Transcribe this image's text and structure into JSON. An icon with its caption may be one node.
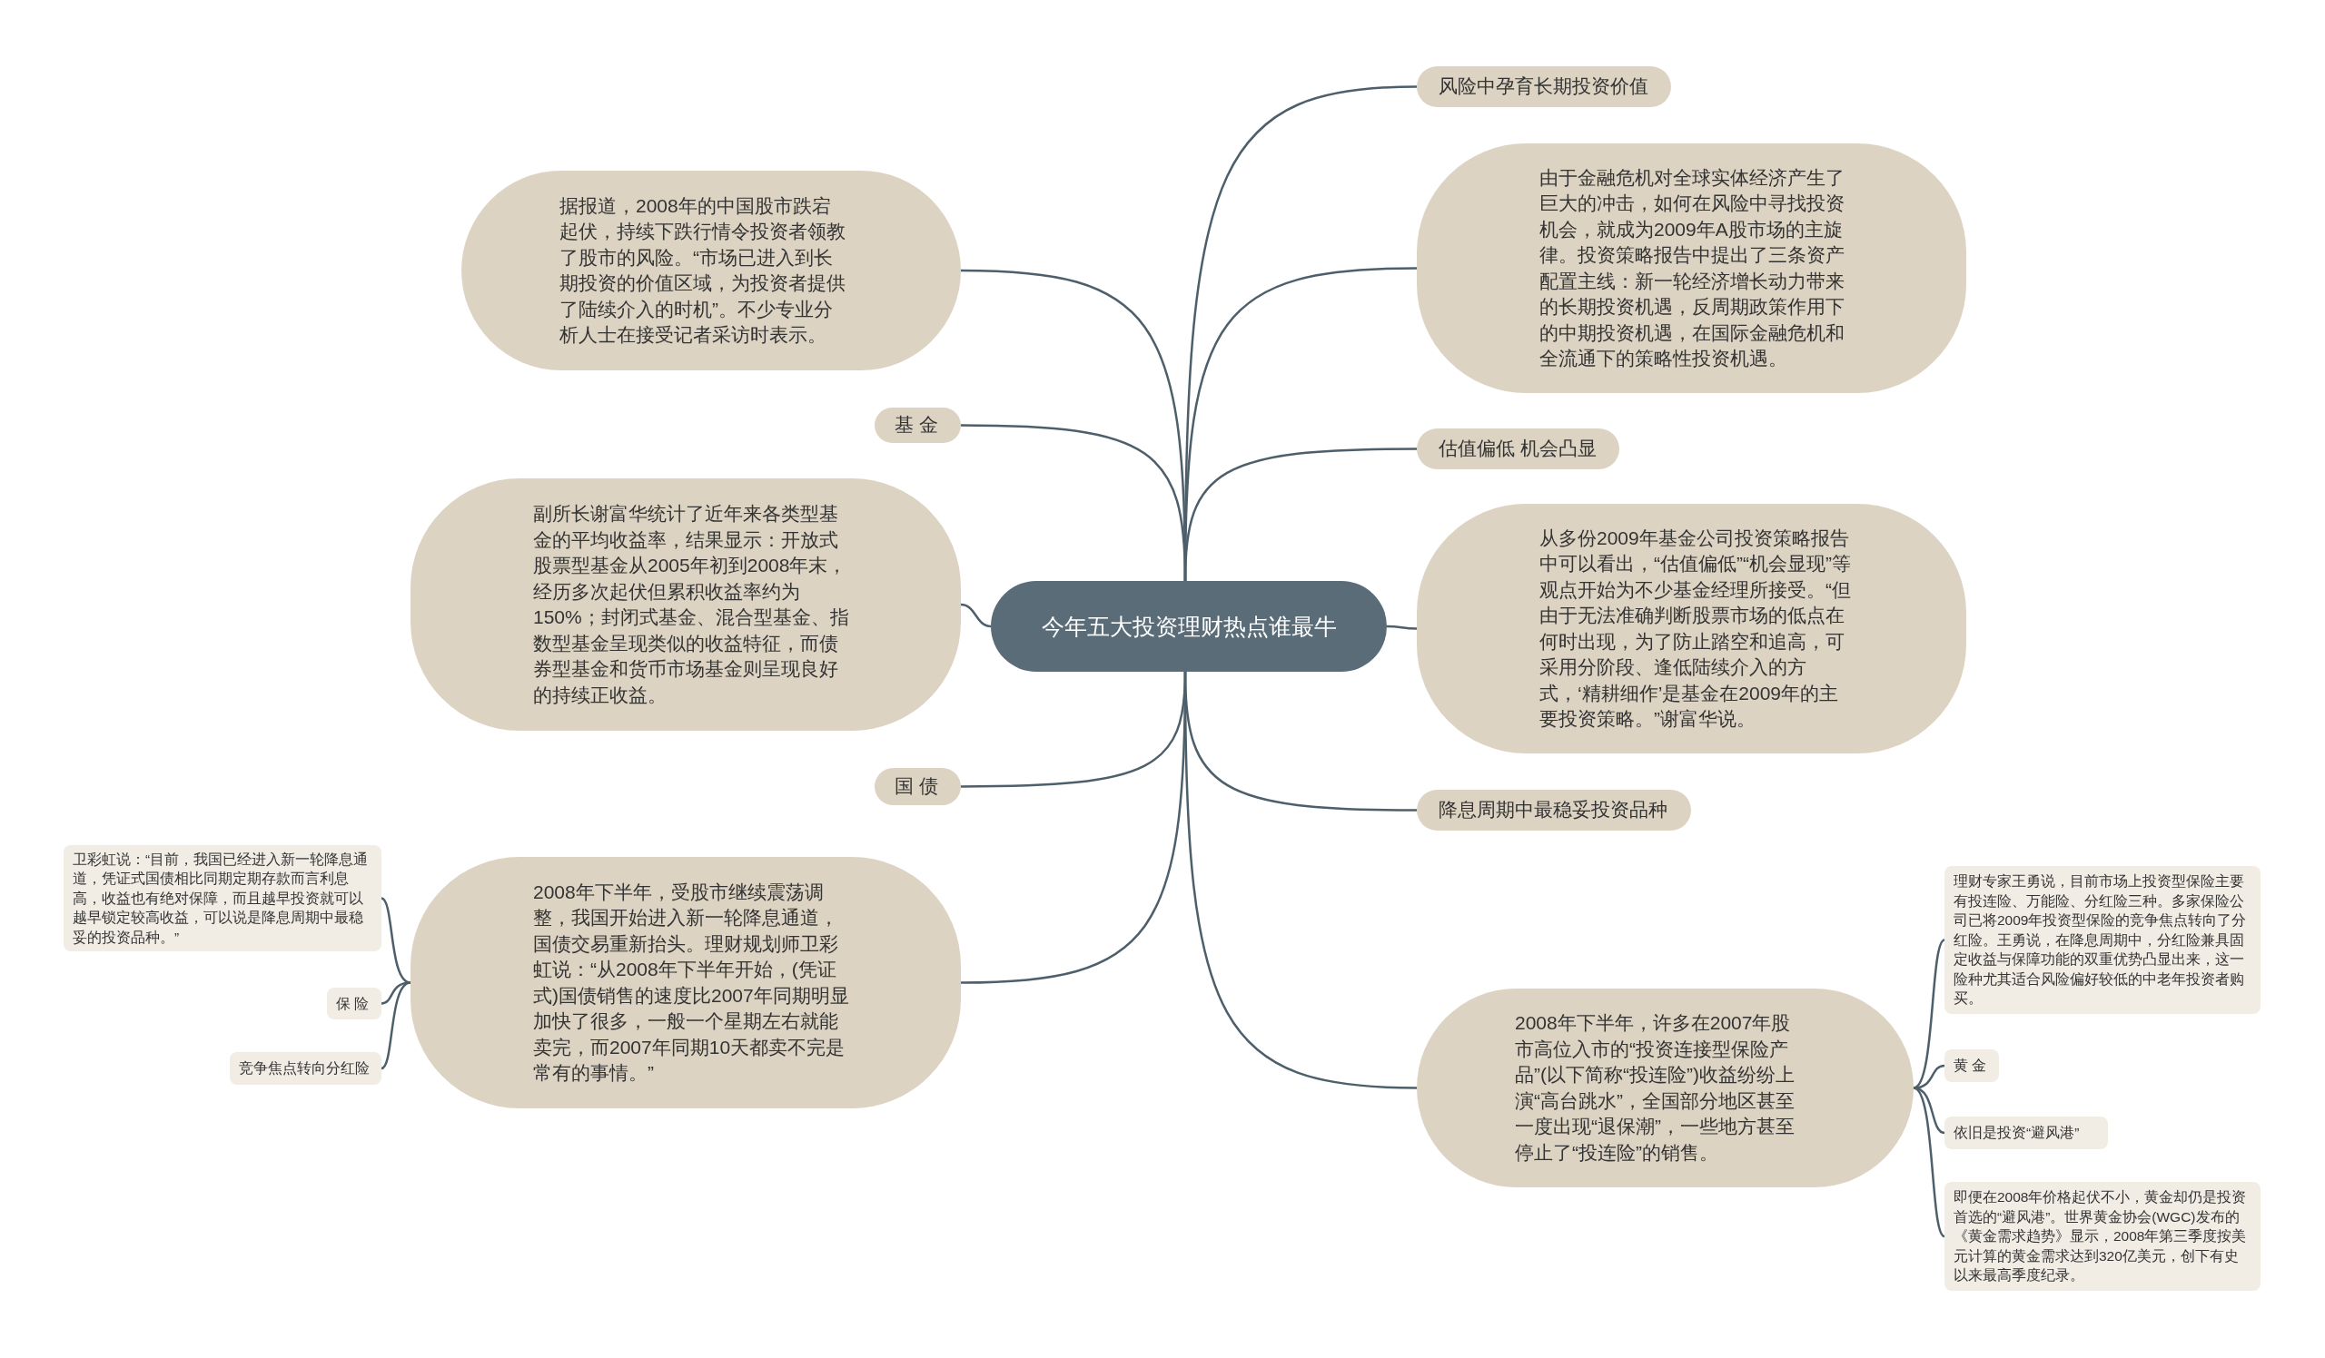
{
  "diagram": {
    "nodes": [
      {
        "text": [
          "今年五大投资理财热点谁最牛"
        ]
      },
      {
        "text": [
          "风险中孕育长期投资价值"
        ]
      },
      {
        "text": [
          "由于金融危机对全球实体经济产生了巨大的冲击，如何在风险中寻找投资机会，就成为2009年A股市场的主旋律。投资策略报告中提出了三条资产配置主线：新一轮经济增长动力带来的长期投资机遇，反周期政策作用下的中期投资机遇，在国际金融危机和全流通下的策略性投资机遇。"
        ]
      },
      {
        "text": [
          "估值偏低 机会凸显"
        ]
      },
      {
        "text": [
          "从多份2009年基金公司投资策略报告中可以看出，“估值偏低”“机会显现”等观点开始为不少基金经理所接受。“但由于无法准确判断股票市场的低点在何时出现，为了防止踏空和追高，可采用分阶段、逢低陆续介入的方式，‘精耕细作’是基金在2009年的主要投资策略。”谢富华说。"
        ]
      },
      {
        "text": [
          "降息周期中最稳妥投资品种"
        ]
      },
      {
        "text": [
          "2008年下半年，许多在2007年股市高位入市的“投资连接型保险产品”(以下简称“投连险”)收益纷纷上演“高台跳水”，全国部分地区甚至一度出现“退保潮”，一些地方甚至停止了“投连险”的销售。"
        ]
      },
      {
        "text": [
          "理财专家王勇说，目前市场上投资型保险主要有投连险、万能险、分红险三种。多家保险公司已将2009年投资型保险的竞争焦点转向了分红险。王勇说，在降息周期中，分红险兼具固定收益与保障功能的双重优势凸显出来，这一险种尤其适合风险偏好较低的中老年投资者购买。"
        ]
      },
      {
        "text": [
          "黄 金"
        ]
      },
      {
        "text": [
          "依旧是投资“避风港”"
        ]
      },
      {
        "text": [
          "即便在2008年价格起伏不小，黄金却仍是投资首选的“避风港”。世界黄金协会(WGC)发布的《黄金需求趋势》显示，2008年第三季度按美元计算的黄金需求达到320亿美元，创下有史以来最高季度纪录。"
        ]
      },
      {
        "text": [
          "据报道，2008年的中国股市跌宕起伏，持续下跌行情令投资者领教了股市的风险。“市场已进入到长期投资的价值区域，为投资者提供了陆续介入的时机”。不少专业分析人士在接受记者采访时表示。"
        ]
      },
      {
        "text": [
          "基 金"
        ]
      },
      {
        "text": [
          "副所长谢富华统计了近年来各类型基金的平均收益率，结果显示：开放式股票型基金从2005年初到2008年末，经历多次起伏但累积收益率约为150%；封闭式基金、混合型基金、指数型基金呈现类似的收益特征，而债券型基金和货币市场基金则呈现良好的持续正收益。"
        ]
      },
      {
        "text": [
          "国 债"
        ]
      },
      {
        "text": [
          "2008年下半年，受股市继续震荡调整，我国开始进入新一轮降息通道，国债交易重新抬头。理财规划师卫彩虹说：“从2008年下半年开始，(凭证式)国债销售的速度比2007年同期明显加快了很多，一般一个星期左右就能卖完，而2007年同期10天都卖不完是常有的事情。”"
        ]
      },
      {
        "text": [
          "卫彩虹说：“目前，我国已经进入新一轮降息通道，凭证式国债相比同期定期存款而言利息高，收益也有绝对保障，而且越早投资就可以越早锁定较高收益，可以说是降息周期中最稳妥的投资品种。”"
        ]
      },
      {
        "text": [
          "保 险"
        ]
      },
      {
        "text": [
          "竞争焦点转向分红险"
        ]
      }
    ],
    "edges": [
      {
        "from": 0,
        "to": 1,
        "arrow": "none"
      },
      {
        "from": 0,
        "to": 2,
        "arrow": "none"
      },
      {
        "from": 0,
        "to": 3,
        "arrow": "none"
      },
      {
        "from": 0,
        "to": 4,
        "arrow": "none"
      },
      {
        "from": 0,
        "to": 5,
        "arrow": "none"
      },
      {
        "from": 0,
        "to": 6,
        "arrow": "none"
      },
      {
        "from": 6,
        "to": 7,
        "arrow": "none"
      },
      {
        "from": 6,
        "to": 8,
        "arrow": "none"
      },
      {
        "from": 6,
        "to": 9,
        "arrow": "none"
      },
      {
        "from": 6,
        "to": 10,
        "arrow": "none"
      },
      {
        "from": 0,
        "to": 11,
        "arrow": "none"
      },
      {
        "from": 0,
        "to": 12,
        "arrow": "none"
      },
      {
        "from": 0,
        "to": 13,
        "arrow": "none"
      },
      {
        "from": 0,
        "to": 14,
        "arrow": "none"
      },
      {
        "from": 0,
        "to": 15,
        "arrow": "none"
      },
      {
        "from": 15,
        "to": 16,
        "arrow": "none"
      },
      {
        "from": 15,
        "to": 17,
        "arrow": "none"
      },
      {
        "from": 15,
        "to": 18,
        "arrow": "none"
      }
    ]
  }
}
